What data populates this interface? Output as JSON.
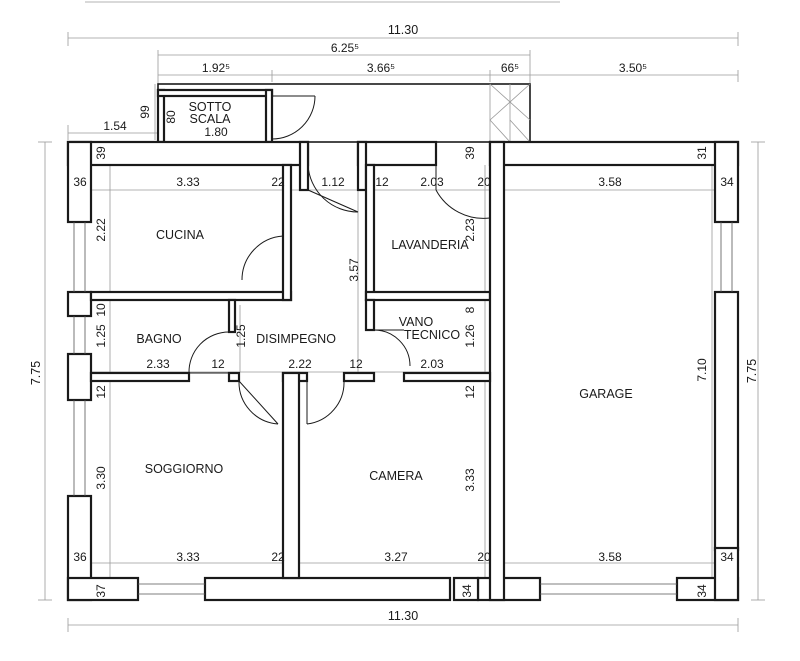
{
  "rooms": {
    "sotto_scala": [
      "SOTTO",
      "SCALA"
    ],
    "cucina": "CUCINA",
    "lavanderia": "LAVANDERIA",
    "bagno": "BAGNO",
    "disimpegno": "DISIMPEGNO",
    "vano_tecnico": [
      "VANO",
      "TECNICO"
    ],
    "soggiorno": "SOGGIORNO",
    "camera": "CAMERA",
    "garage": "GARAGE"
  },
  "dimensions": {
    "total_width_top": "11.30",
    "total_width_bottom": "11.30",
    "upper_span": "6.25⁵",
    "seg_1": "1.92⁵",
    "seg_2": "3.66⁵",
    "seg_3": "66⁵",
    "seg_4": "3.50⁵",
    "left_offset": "1.54",
    "stair_depth": "99",
    "sotto_depth": "80",
    "sotto_width": "1.80",
    "height_left": "7.75",
    "height_right": "7.75",
    "w39_a": "39",
    "w39_b": "39",
    "w31": "31",
    "w36_top": "36",
    "cucina_w": "3.33",
    "w22_top": "22",
    "corr_w": "1.12",
    "w12_top": "12",
    "lav_w": "2.03",
    "w20_top": "20",
    "garage_w_top": "3.58",
    "w34_top": "34",
    "cucina_h": "2.22",
    "lav_h": "2.23",
    "disimp_h": "3.57",
    "w10": "10",
    "w8": "8",
    "bagno_h": "1.25",
    "disimp_mid_h": "1.25",
    "vano_h": "1.26",
    "bagno_w": "2.33",
    "w12_bagno": "12",
    "disimp_w": "2.22",
    "w12_vano": "12",
    "vano_w": "2.03",
    "w12_sog": "12",
    "w12_cam": "12",
    "garage_h": "7.10",
    "sog_h": "3.30",
    "cam_h": "3.33",
    "w36_bot": "36",
    "sog_w": "3.33",
    "w22_bot": "22",
    "cam_w": "3.27",
    "w20_bot": "20",
    "garage_w_bot": "3.58",
    "w34_bot": "34",
    "w37": "37",
    "w34_b1": "34",
    "w34_b2": "34"
  }
}
